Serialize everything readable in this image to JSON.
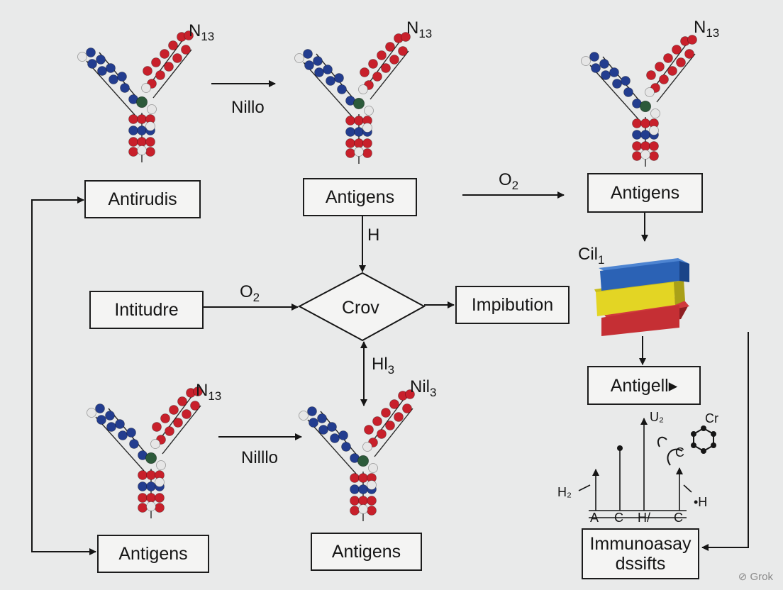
{
  "colors": {
    "background": "#e9eaea",
    "atom_blue": "#233d8f",
    "atom_red": "#c8202b",
    "atom_white": "#e6e6e6",
    "atom_green": "#2c5a3a",
    "block_blue": "#2b62b5",
    "block_yellow": "#e3d524",
    "block_red": "#c52f34"
  },
  "icons": [
    "antibody-molecule-model",
    "stacked-layer-blocks",
    "ring-molecule"
  ],
  "molecules": {
    "top_left": {
      "label_main": "N",
      "label_sub": "13"
    },
    "top_mid": {
      "label_main": "N",
      "label_sub": "13"
    },
    "top_right": {
      "label_main": "N",
      "label_sub": "13"
    },
    "bottom_left": {
      "label_main": "N",
      "label_sub": "13"
    },
    "bottom_mid": {
      "label_main": "Nil",
      "label_sub": "3"
    }
  },
  "boxes": {
    "antirudis": "Antirudis",
    "antigens_mid": "Antigens",
    "antigens_right": "Antigens",
    "intitudre": "Intitudre",
    "crov": "Crov",
    "impibution": "Impibution",
    "antigelle": "Antigell▸",
    "antigens_bottom_left": "Antigens",
    "antigens_bottom_mid": "Antigens",
    "immunoasay_line1": "Immunoasay",
    "immunoasay_line2": "dssifts"
  },
  "arrow_labels": {
    "nillo_top": "Nillo",
    "o2_top": {
      "main": "O",
      "sub": "2"
    },
    "h_down": "H",
    "o2_left": {
      "main": "O",
      "sub": "2"
    },
    "hl3": {
      "main": "Hl",
      "sub": "3"
    },
    "nilllo_bottom": "Nilllo",
    "cil1": {
      "main": "Cil",
      "sub": "1"
    }
  },
  "spectrum": {
    "h2_label": "H₂",
    "u2_label": "U₂",
    "cr_label": "Cr",
    "c_ring_label": "C",
    "h_right_label": "•H",
    "axis_letters": [
      "A",
      "C",
      "H/",
      "C"
    ]
  },
  "watermark": "Grok"
}
